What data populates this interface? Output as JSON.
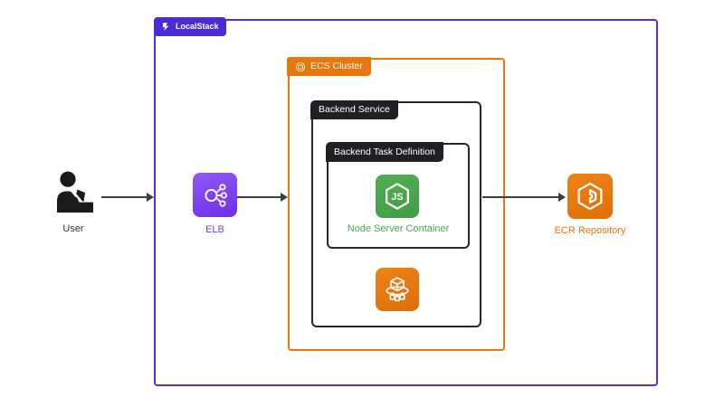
{
  "localstack": {
    "label": "LocalStack"
  },
  "ecs_cluster": {
    "label": "ECS Cluster"
  },
  "backend_service": {
    "label": "Backend Service"
  },
  "task_definition": {
    "label": "Backend Task Definition"
  },
  "nodes": {
    "user": {
      "label": "User"
    },
    "elb": {
      "label": "ELB"
    },
    "node_server": {
      "label": "Node Server Container",
      "icon_text": "JS"
    },
    "ecr": {
      "label": "ECR Repository"
    }
  },
  "icons": {
    "localstack_badge": "localstack-logo",
    "ecs_cluster_chip": "ecs-cluster-ring",
    "user": "person-at-laptop",
    "elb": "load-balancer",
    "node_server": "nodejs-hexagon",
    "ecs_service": "ecs-service-cubes",
    "ecr": "ecr-registry-cube"
  },
  "colors": {
    "localstack_border": "#4733E8",
    "localstack_badge": "#4A2BD4",
    "orange": "#E8770E",
    "dark_chip": "#1E2023",
    "dark_box_border": "#26282B",
    "node_green": "#4CA94F",
    "elb_label_purple": "#7C3BF0",
    "user_label": "#333538",
    "arrow": "#3A3C40"
  }
}
